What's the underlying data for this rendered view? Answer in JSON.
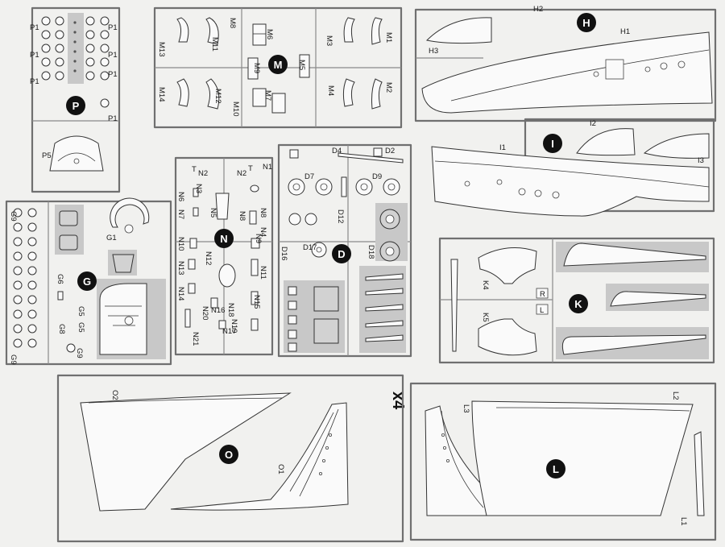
{
  "quantity_marker": "x4",
  "trees": {
    "P": {
      "badge": "P",
      "labels": [
        "P1",
        "P1",
        "P1",
        "P1",
        "P1",
        "P1",
        "P1",
        "P5"
      ]
    },
    "M": {
      "badge": "M",
      "labels": [
        "M13",
        "M11",
        "M8",
        "M6",
        "M3",
        "M1",
        "M9",
        "M5",
        "M14",
        "M12",
        "M7",
        "M10",
        "M4",
        "M2"
      ]
    },
    "H": {
      "badge": "H",
      "labels": [
        "H2",
        "H1",
        "H3"
      ]
    },
    "I": {
      "badge": "I",
      "labels": [
        "I2",
        "I1",
        "I3"
      ]
    },
    "N": {
      "badge": "N",
      "labels": [
        "T",
        "N2",
        "N2",
        "T",
        "N1",
        "N3",
        "N6",
        "N7",
        "N5",
        "N8",
        "N8",
        "N4",
        "N10",
        "N9",
        "N12",
        "N13",
        "N11",
        "N14",
        "N15",
        "N20",
        "N16",
        "N18",
        "N19",
        "N17",
        "N21"
      ]
    },
    "D": {
      "badge": "D",
      "labels": [
        "D4",
        "D2",
        "D7",
        "D9",
        "D12",
        "D16",
        "D17",
        "D18"
      ]
    },
    "G": {
      "badge": "G",
      "labels": [
        "G9",
        "G1",
        "G6",
        "G5",
        "G5",
        "G8",
        "G9",
        "G9"
      ]
    },
    "K": {
      "badge": "K",
      "labels": [
        "K4",
        "R",
        "L",
        "K5"
      ]
    },
    "O": {
      "badge": "O",
      "labels": [
        "O2",
        "O1"
      ]
    },
    "L": {
      "badge": "L",
      "labels": [
        "L3",
        "L2",
        "L1"
      ]
    }
  },
  "colors": {
    "badge": "#111111",
    "runner": "#707070",
    "highlight": "#c8c8c8",
    "paper": "#f1f1ef"
  }
}
